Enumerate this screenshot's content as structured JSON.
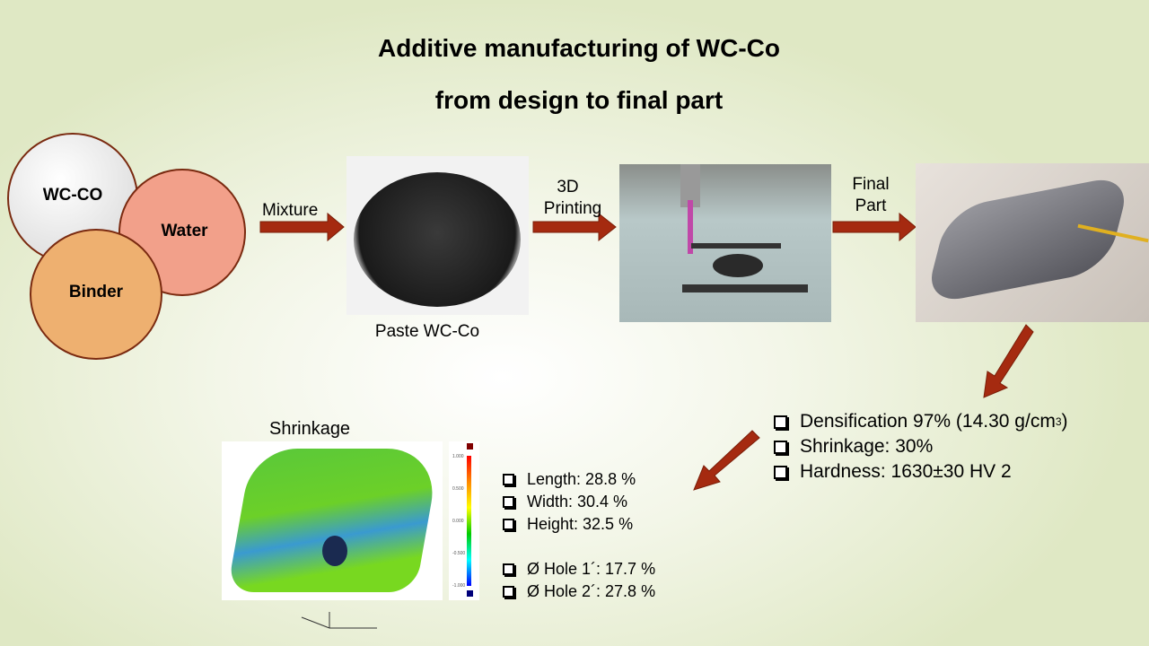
{
  "title_line1": "Additive manufacturing of WC-Co",
  "title_line2": "from design to final part",
  "ingredients": [
    "WC-CO",
    "Water",
    "Binder"
  ],
  "steps": {
    "mixture": "Mixture",
    "printing_line1": "3D",
    "printing_line2": "Printing",
    "final_line1": "Final",
    "final_line2": "Part",
    "paste_caption": "Paste WC-Co"
  },
  "properties": {
    "densification": "Densification 97% (14.30 g/cm",
    "densification_sup": "3",
    "densification_end": ")",
    "shrinkage": "Shrinkage: 30%",
    "hardness": "Hardness: 1630±30 HV 2"
  },
  "shrinkage": {
    "title": "Shrinkage",
    "scale_labels": [
      "1.000",
      "0.500",
      "0.000",
      "-0.500",
      "-1.000"
    ],
    "items": [
      "Length: 28.8 %",
      "Width: 30.4 %",
      "Height: 32.5 %",
      "Ø Hole 1´: 17.7 %",
      "Ø Hole 2´: 27.8 %"
    ]
  },
  "colors": {
    "arrow": "#a52a10",
    "wc": "#e6e6e6",
    "water": "#f2a08a",
    "binder": "#eeb070"
  }
}
